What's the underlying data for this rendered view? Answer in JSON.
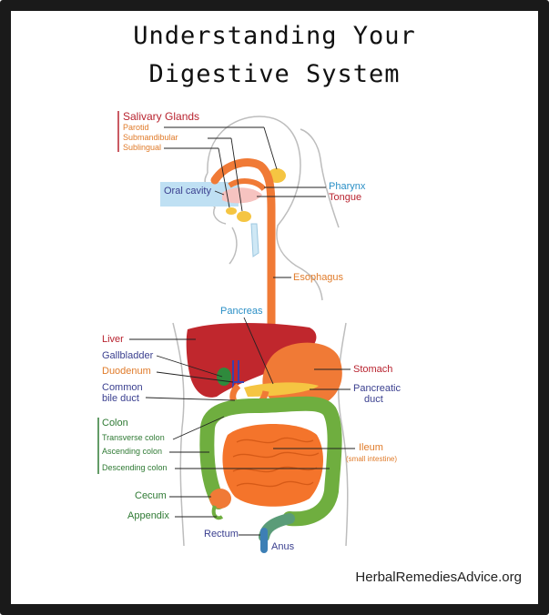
{
  "title": {
    "line1": "Understanding Your",
    "line2": "Digestive System"
  },
  "labels": {
    "salivary_glands": "Salivary Glands",
    "parotid": "Parotid",
    "submandibular": "Submandibular",
    "sublingual": "Sublingual",
    "oral_cavity": "Oral cavity",
    "pharynx": "Pharynx",
    "tongue": "Tongue",
    "esophagus": "Esophagus",
    "pancreas": "Pancreas",
    "liver": "Liver",
    "gallbladder": "Gallbladder",
    "duodenum": "Duodenum",
    "common_bile_duct_1": "Common",
    "common_bile_duct_2": "bile duct",
    "stomach": "Stomach",
    "pancreatic_duct_1": "Pancreatic",
    "pancreatic_duct_2": "duct",
    "colon": "Colon",
    "transverse_colon": "Transverse colon",
    "ascending_colon": "Ascending colon",
    "descending_colon": "Descending colon",
    "ileum": "Ileum",
    "small_intestine": "(small intestine)",
    "cecum": "Cecum",
    "appendix": "Appendix",
    "rectum": "Rectum",
    "anus": "Anus"
  },
  "footer": "HerbalRemediesAdvice.org",
  "colors": {
    "liver": "#c0272d",
    "stomach": "#f07a36",
    "esophagus": "#f07a36",
    "small_intestine": "#f4742b",
    "colon": "#6fae3f",
    "gallbladder": "#2f8a3c",
    "pancreas": "#f5c542",
    "rectum": "#5a9c78",
    "anus": "#3d7fb5",
    "oral_cavity": "#bfe0f3"
  }
}
